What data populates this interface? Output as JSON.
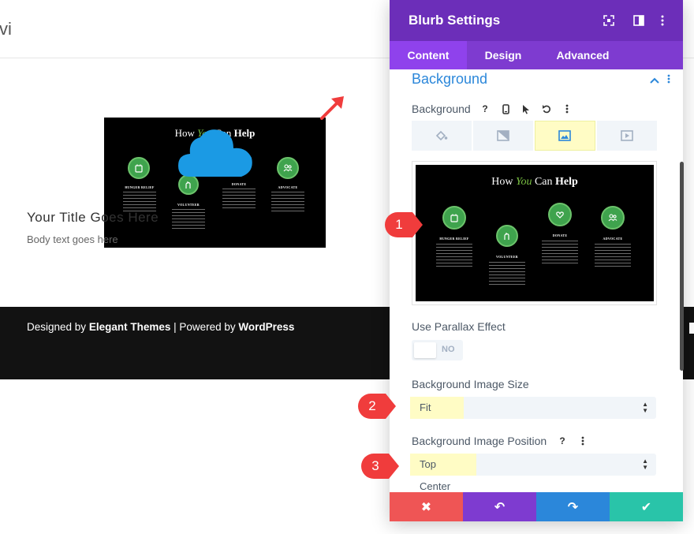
{
  "page": {
    "logo_fragment": "vi",
    "blurb_title": "Your Title Goes Here",
    "blurb_body": "Body text goes here",
    "footer": {
      "designed_by": "Designed by ",
      "theme": "Elegant Themes",
      "separator": " | Powered by ",
      "platform": "WordPress"
    }
  },
  "artwork": {
    "title_pre": "How ",
    "title_highlight": "You",
    "title_mid": " Can ",
    "title_bold": "Help",
    "items": [
      {
        "label": "HUNGER RELIEF"
      },
      {
        "label": "VOLUNTEER"
      },
      {
        "label": "DONATE"
      },
      {
        "label": "ADVOCATE"
      }
    ]
  },
  "panel": {
    "title": "Blurb Settings",
    "tabs": [
      "Content",
      "Design",
      "Advanced"
    ],
    "active_tab": "Content",
    "section_title": "Background",
    "background_label": "Background",
    "background_tools": [
      "?",
      "phone",
      "cursor",
      "undo",
      "more"
    ],
    "background_types": [
      "color",
      "gradient",
      "image",
      "video"
    ],
    "active_background_type": "image",
    "parallax_label": "Use Parallax Effect",
    "parallax_value": "NO",
    "image_size_label": "Background Image Size",
    "image_size_value": "Fit",
    "image_position_label": "Background Image Position",
    "image_position_value": "Top Center",
    "actions": [
      "✖",
      "↶",
      "↷",
      "✔"
    ]
  },
  "callouts": [
    "1",
    "2",
    "3"
  ],
  "colors": {
    "panel_header": "#6c2eb9",
    "tabs_bar": "#7e3bd0",
    "active_tab": "#8f42ec",
    "accent_blue": "#2b87da",
    "highlight_yellow": "#fffcc5",
    "callout_red": "#f03c3c",
    "cancel": "#ef5555",
    "undo": "#7e3bd0",
    "redo": "#2b87da",
    "save": "#29c4a9",
    "cloud": "#1b9ae4",
    "circle_green": "#3fa34d"
  }
}
